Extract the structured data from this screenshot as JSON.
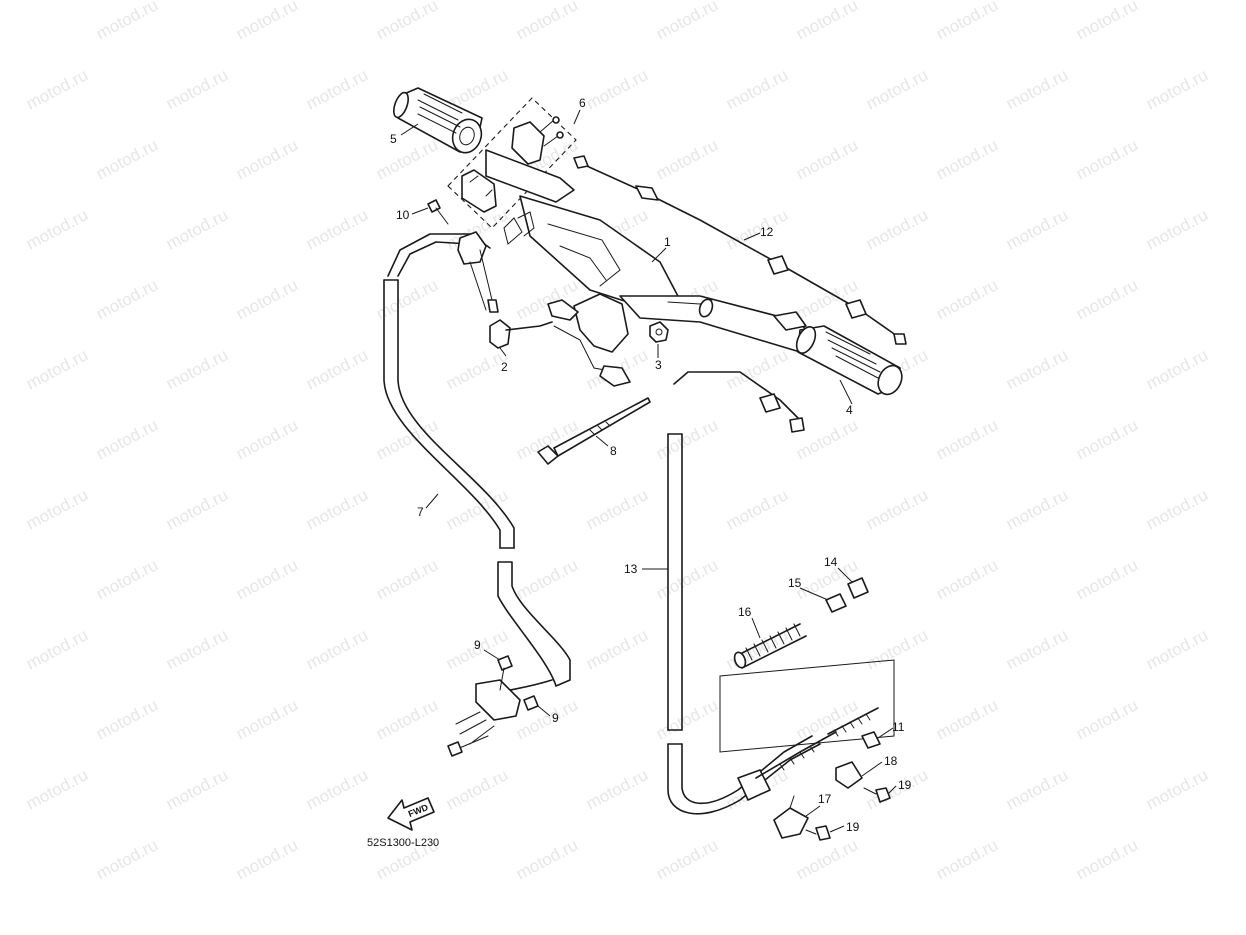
{
  "diagram_code": "52S1300-L230",
  "fwd_label": "FWD",
  "watermark": "motod.ru",
  "callouts": {
    "c1": "1",
    "c2": "2",
    "c3": "3",
    "c4": "4",
    "c5": "5",
    "c6": "6",
    "c7": "7",
    "c8": "8",
    "c9a": "9",
    "c9b": "9",
    "c10": "10",
    "c11": "11",
    "c12": "12",
    "c13": "13",
    "c14": "14",
    "c15": "15",
    "c16": "16",
    "c17": "17",
    "c18": "18",
    "c19a": "19",
    "c19b": "19"
  }
}
